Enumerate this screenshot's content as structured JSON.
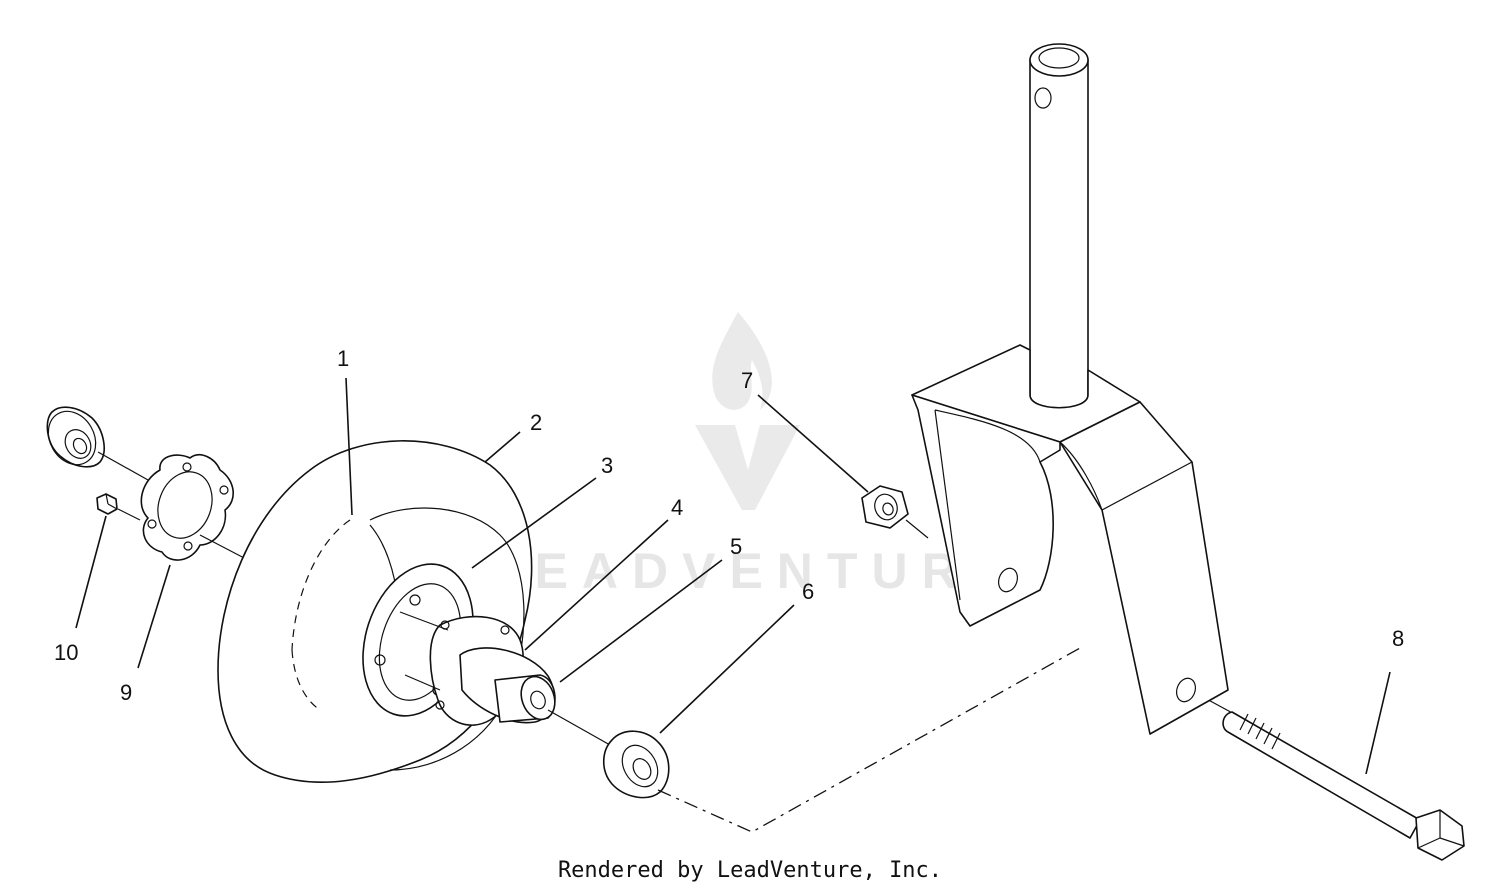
{
  "diagram": {
    "callouts": [
      {
        "id": "1",
        "label": "1"
      },
      {
        "id": "2",
        "label": "2"
      },
      {
        "id": "3",
        "label": "3"
      },
      {
        "id": "4",
        "label": "4"
      },
      {
        "id": "5",
        "label": "5"
      },
      {
        "id": "6",
        "label": "6"
      },
      {
        "id": "7",
        "label": "7"
      },
      {
        "id": "8",
        "label": "8"
      },
      {
        "id": "9",
        "label": "9"
      },
      {
        "id": "10",
        "label": "10"
      }
    ],
    "watermark": {
      "text": "LEADVENTURE"
    },
    "credit": "Rendered by LeadVenture, Inc."
  }
}
